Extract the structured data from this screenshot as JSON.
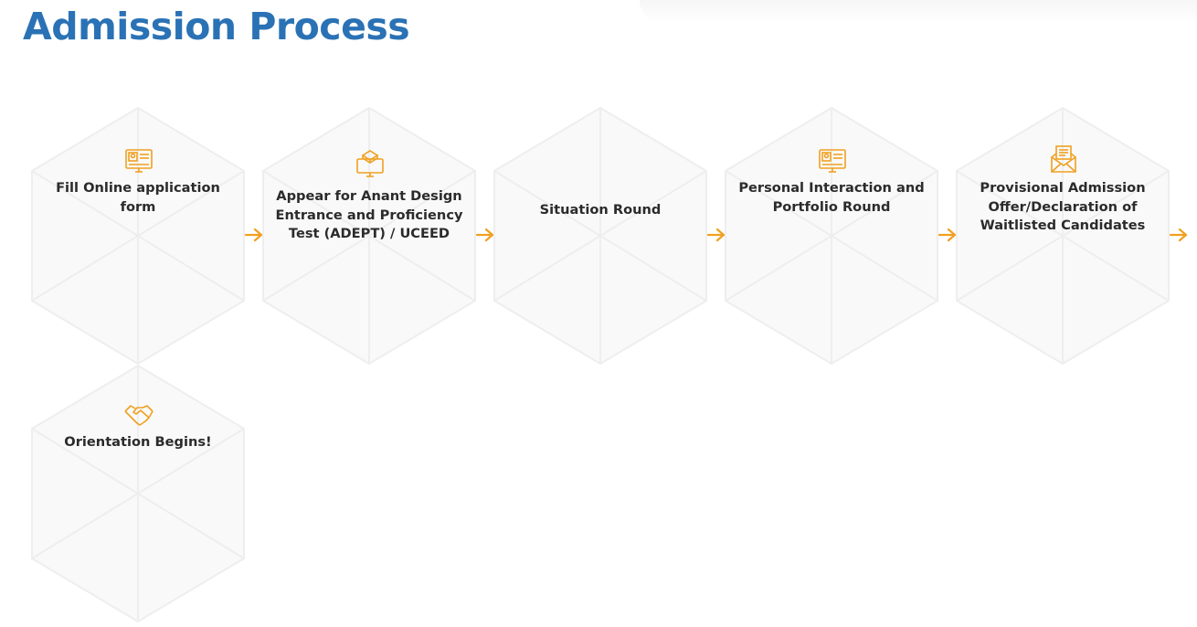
{
  "page": {
    "title": "Admission Process"
  },
  "colors": {
    "title": "#2a72b5",
    "accent": "#f0a020",
    "hex_fill": "#f9f9f9",
    "hex_line": "#eeeeee",
    "text": "#2b2b2b"
  },
  "steps": [
    {
      "label": "Fill Online application form",
      "icon": "online-form-icon"
    },
    {
      "label": "Appear for Anant Design Entrance and Proficiency Test (ADEPT) / UCEED",
      "icon": "books-monitor-icon"
    },
    {
      "label": "Situation Round",
      "icon": ""
    },
    {
      "label": "Personal Interaction and Portfolio Round",
      "icon": "portfolio-icon"
    },
    {
      "label": "Provisional Admission Offer/Declaration of Waitlisted Candidates",
      "icon": "offer-letter-icon"
    },
    {
      "label": "Orientation Begins!",
      "icon": "handshake-icon"
    }
  ]
}
